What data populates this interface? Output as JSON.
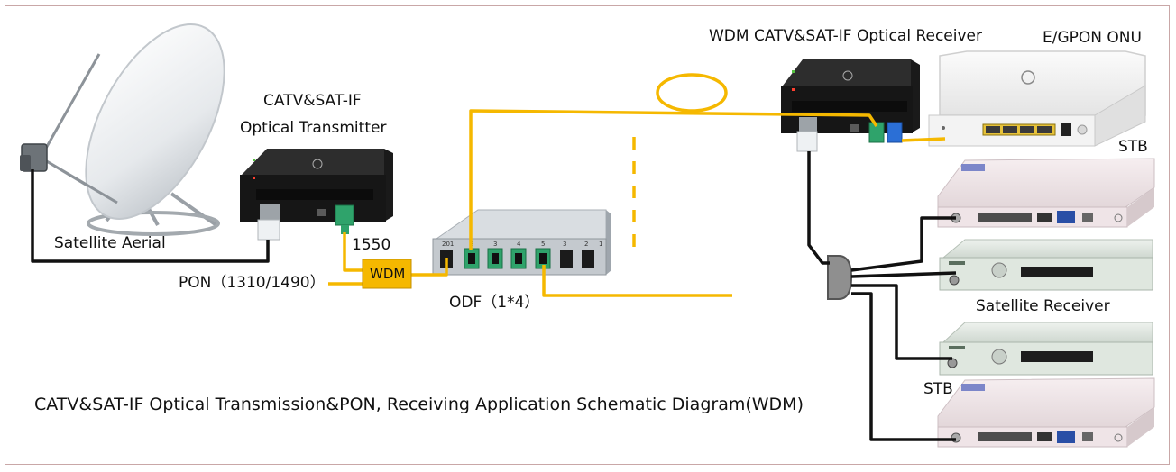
{
  "labels": {
    "satellite_aerial": "Satellite Aerial",
    "transmitter_line1": "CATV&SAT-IF",
    "transmitter_line2": "Optical Transmitter",
    "wavelength_1550": "1550",
    "wdm": "WDM",
    "pon": "PON（1310/1490）",
    "odf": "ODF（1*4）",
    "receiver": "WDM CATV&SAT-IF Optical Receiver",
    "onu": "E/GPON ONU",
    "stb_top": "STB",
    "satellite_receiver": "Satellite Receiver",
    "stb_bottom": "STB",
    "diagram_title": "CATV&SAT-IF Optical Transmission&PON, Receiving Application Schematic Diagram(WDM)"
  },
  "odf_ports": [
    "201",
    "8",
    "3",
    "4",
    "5",
    "3",
    "2",
    "1"
  ],
  "colors": {
    "fiber": "#f5b800",
    "coax": "#111111",
    "wdm_box": "#f5b800",
    "adapter_green": "#2fa36b",
    "adapter_blue": "#2b6fd6"
  },
  "icons": [
    "satellite-dish-icon",
    "optical-transmitter-icon",
    "odf-splitter-icon",
    "optical-receiver-icon",
    "onu-router-icon",
    "stb-icon",
    "satellite-receiver-icon",
    "rf-splitter-icon"
  ]
}
